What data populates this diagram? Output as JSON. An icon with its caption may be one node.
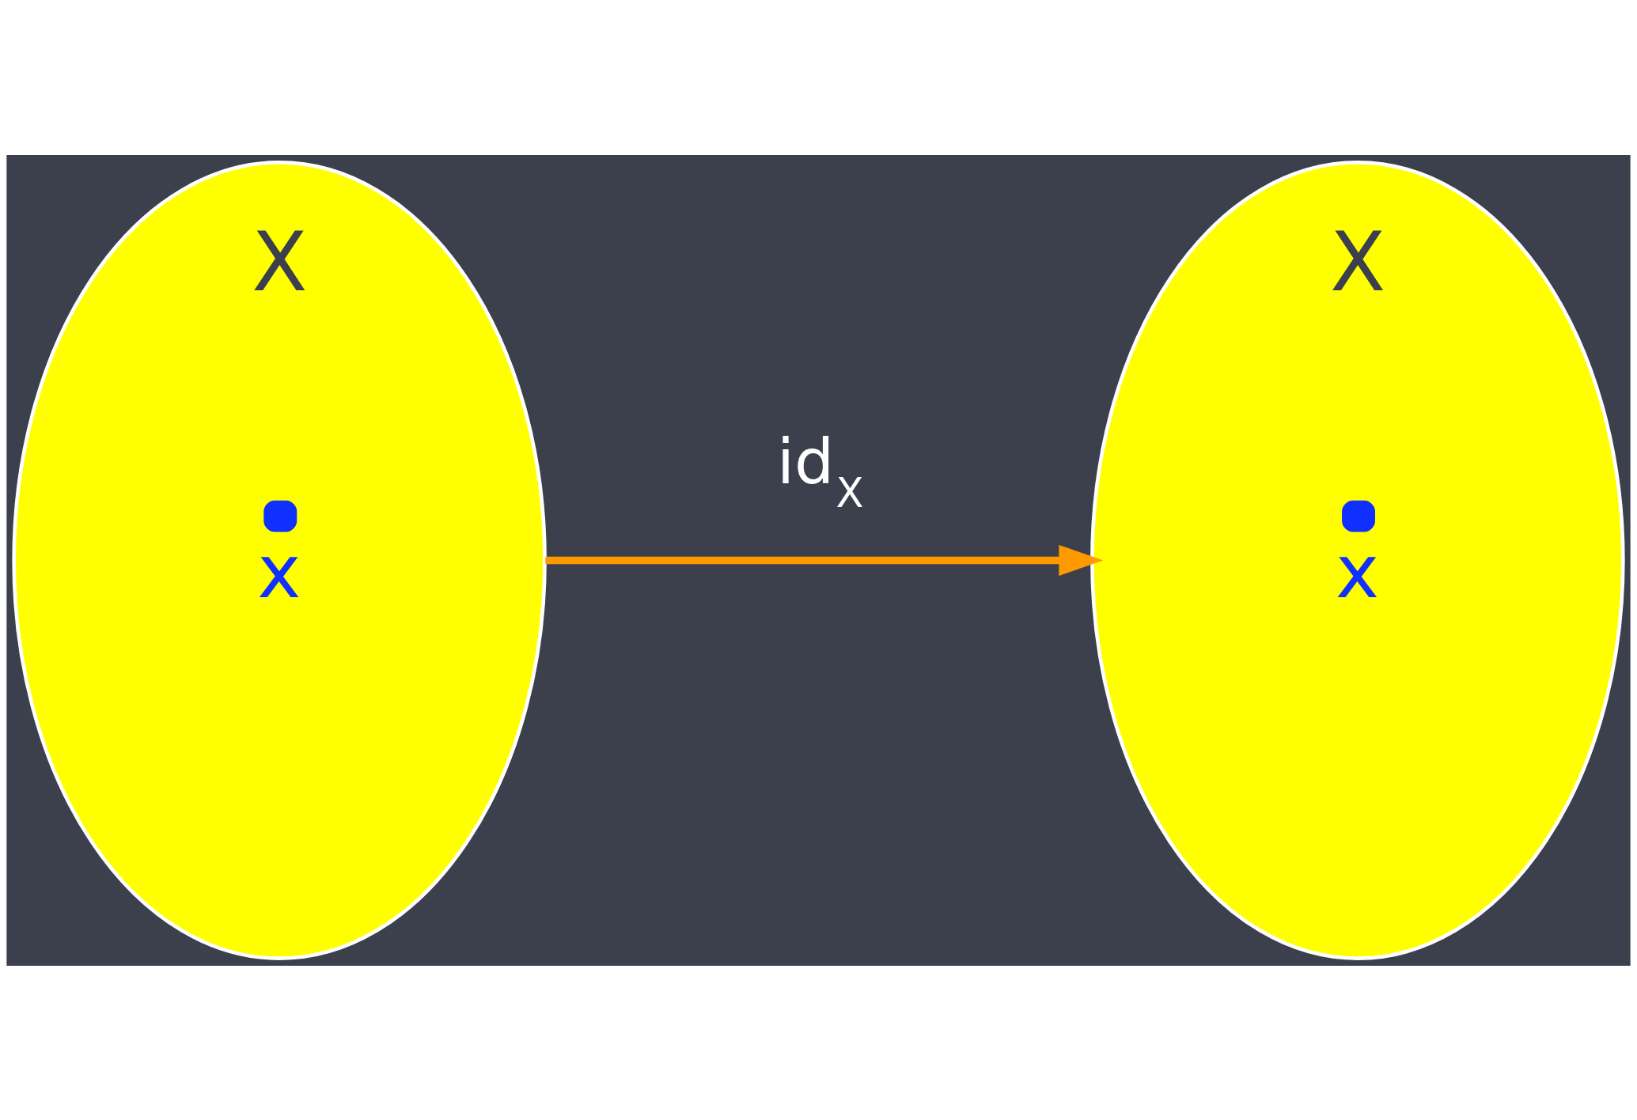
{
  "diagram": {
    "nodes": [
      {
        "text": [
          "X",
          "x"
        ]
      },
      {
        "text": [
          "X",
          "x"
        ]
      }
    ],
    "edges": [
      {
        "from": 0,
        "to": 1,
        "arrow": "to",
        "label": "id$_{X}$",
        "color": "#ff9900"
      }
    ]
  }
}
